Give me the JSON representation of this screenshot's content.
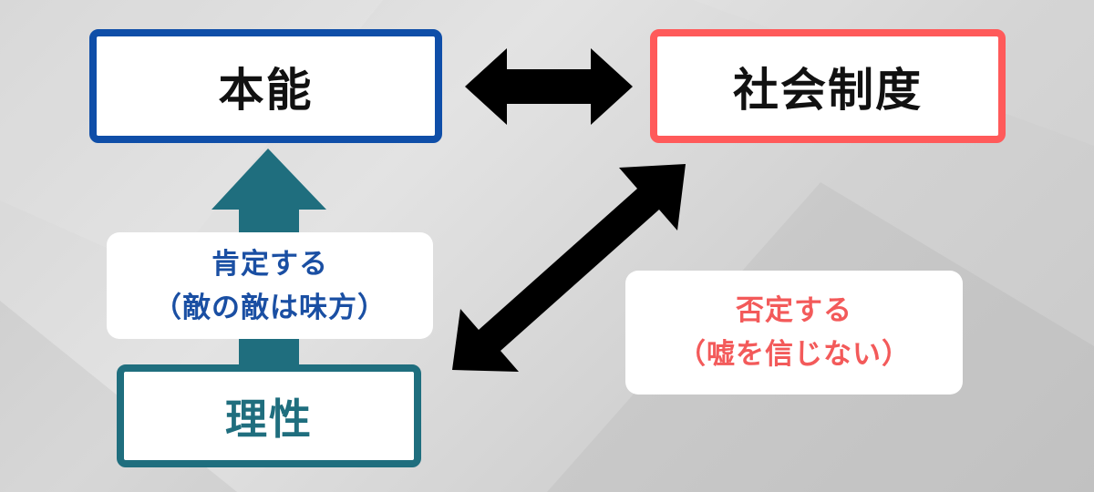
{
  "nodes": {
    "honno": "本能",
    "shakai_seido": "社会制度",
    "risei": "理性"
  },
  "labels": {
    "affirm_line1": "肯定する",
    "affirm_line2": "（敵の敵は味方）",
    "deny_line1": "否定する",
    "deny_line2": "（嘘を信じない）"
  },
  "colors": {
    "honno_border": "#0f4ea8",
    "shakai_border": "#ff5a5a",
    "risei": "#1f6e7e",
    "affirm_text": "#1a4fa3",
    "deny_text": "#f35a5a",
    "double_arrows": "#000000",
    "up_arrow": "#1f6e7e"
  }
}
